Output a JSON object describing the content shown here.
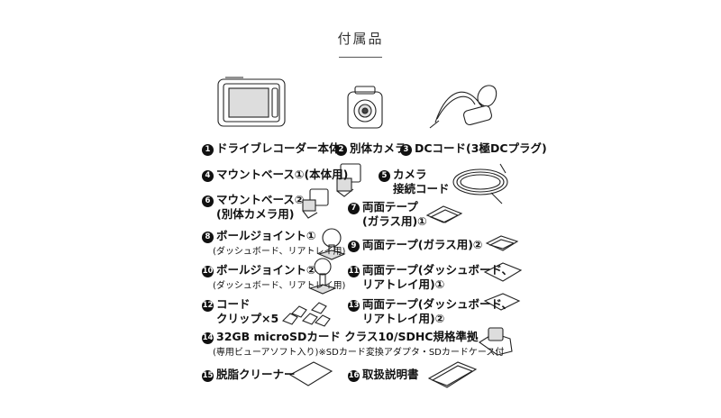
{
  "title": "付属品",
  "items": [
    {
      "num": "1",
      "line1": "ドライブレコーダー本体"
    },
    {
      "num": "2",
      "line1": "別体カメラ"
    },
    {
      "num": "3",
      "line1": "DCコード(3極DCプラグ)"
    },
    {
      "num": "4",
      "line1": "マウントベース①(本体用)"
    },
    {
      "num": "5",
      "line1": "カメラ",
      "line2": "接続コード"
    },
    {
      "num": "6",
      "line1": "マウントベース②",
      "line2": "(別体カメラ用)"
    },
    {
      "num": "7",
      "line1": "両面テープ",
      "line2": "(ガラス用)①"
    },
    {
      "num": "8",
      "line1": "ボールジョイント①",
      "line2": "(ダッシュボード、リアトレイ用)"
    },
    {
      "num": "9",
      "line1": "両面テープ(ガラス用)②"
    },
    {
      "num": "10",
      "line1": "ボールジョイント②",
      "line2": "(ダッシュボード、リアトレイ用)"
    },
    {
      "num": "11",
      "line1": "両面テープ(ダッシュボード、",
      "line2": "リアトレイ用)①"
    },
    {
      "num": "12",
      "line1": "コード",
      "line2": "クリップ×5"
    },
    {
      "num": "13",
      "line1": "両面テープ(ダッシュボード、",
      "line2": "リアトレイ用)②"
    },
    {
      "num": "14",
      "line1": "32GB microSDカード クラス10/SDHC規格準拠",
      "line2": "(専用ビューアソフト入り)※SDカード変換アダプタ・SDカードケース付"
    },
    {
      "num": "15",
      "line1": "脱脂クリーナー"
    },
    {
      "num": "16",
      "line1": "取扱説明書"
    }
  ]
}
